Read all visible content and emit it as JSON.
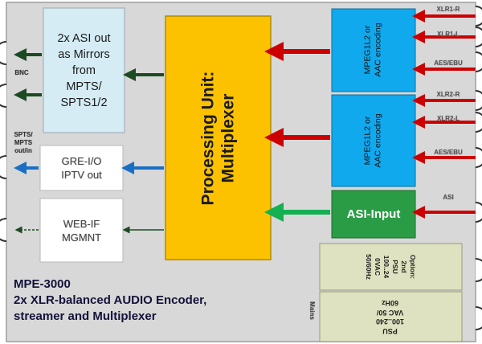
{
  "blocks": {
    "asi_out": [
      "2x ASI out",
      "as Mirrors",
      "from",
      "MPTS/",
      "SPTS1/2"
    ],
    "gre_iptv": [
      "GRE-I/O",
      "IPTV out"
    ],
    "web_mgmt": [
      "WEB-IF",
      "MGMNT"
    ],
    "processing": [
      "Processing Unit:",
      "Multiplexer"
    ],
    "encoder_1": [
      "MPEG1L2 or",
      "AAC encoding"
    ],
    "encoder_2": [
      "MPEG1L2 or",
      "AAC encoding"
    ],
    "asi_input": "ASI-Input",
    "psu_option": [
      "Option:",
      "2nd",
      "PSU",
      "100..24",
      "0VAC",
      "50/60Hz"
    ],
    "psu_main": [
      "PSU",
      "100..240",
      "VAC 50/",
      "60Hz"
    ]
  },
  "port_labels": {
    "bnc": "BNC",
    "spts_mpts": [
      "SPTS/",
      "MPTS",
      "out/in"
    ],
    "mains": "Mains",
    "xlr1_right": "XLR1-R",
    "xlr1_left": "XLR1-L",
    "aes_ebu_1": "AES/EBU",
    "xlr2_right": "XLR2-R",
    "xlr2_left": "XLR2-L",
    "aes_ebu_2": "AES/EBU",
    "asi": "ASI"
  },
  "device": {
    "model": "MPE-3000",
    "description_line1": "2x XLR-balanced AUDIO Encoder,",
    "description_line2": "streamer and Multiplexer"
  },
  "colors": {
    "background": "#d8d8d8",
    "processing": "#fcc200",
    "encoder": "#11a9ee",
    "asi_input": "#2a9c45",
    "asi_out_box": "#d5ecf5",
    "psu": "#dfe2c0",
    "red_arrow": "#cc0000",
    "green_arrow": "#1c4a23",
    "blue_arrow": "#1a6fc4",
    "input_arrow": "#14b052"
  }
}
